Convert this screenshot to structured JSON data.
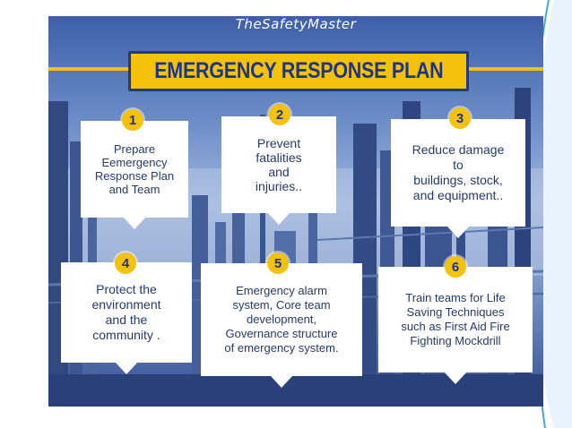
{
  "brand": {
    "name": "TheSafetyMaster"
  },
  "title": "EMERGENCY RESPONSE PLAN",
  "colors": {
    "accent": "#f4c20d",
    "title_text": "#1e3585",
    "card_text": "#243a6e",
    "background": "#3d5fa8"
  },
  "steps": [
    {
      "number": "1",
      "text": "Prepare\nEemergency\nResponse Plan\nand Team"
    },
    {
      "number": "2",
      "text": "Prevent\nfatalities\nand\ninjuries.."
    },
    {
      "number": "3",
      "text": "Reduce damage\nto\nbuildings, stock,\nand equipment.."
    },
    {
      "number": "4",
      "text": "Protect the\nenvironment\nand the\ncommunity ."
    },
    {
      "number": "5",
      "text": "Emergency alarm\nsystem, Core team\ndevelopment,\nGovernance structure\nof emergency system."
    },
    {
      "number": "6",
      "text": "Train teams for Life\nSaving Techniques\nsuch as First Aid Fire\nFighting Mockdrill"
    }
  ]
}
